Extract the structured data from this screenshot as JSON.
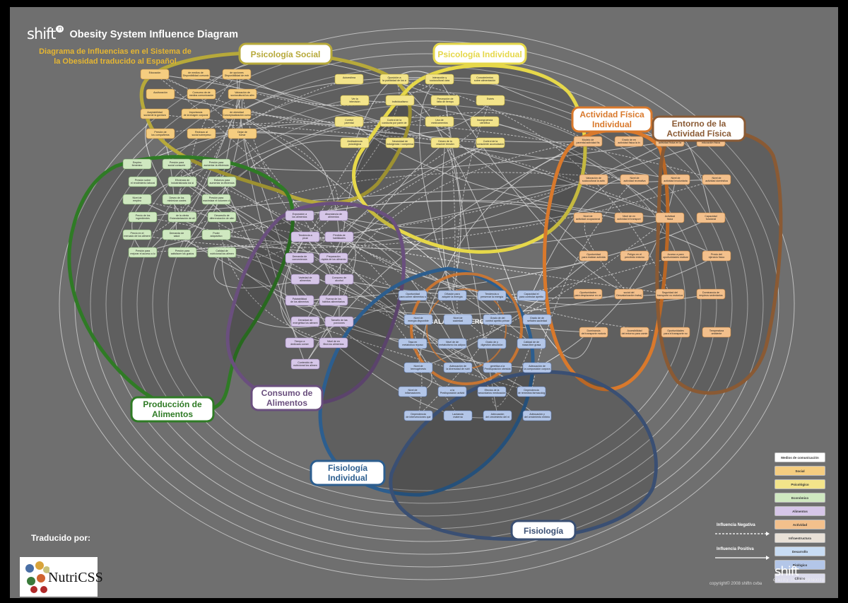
{
  "header": {
    "brand": "shift",
    "brand_mark": "n",
    "title": "Obesity System Influence Diagram",
    "subtitle": "Diagrama de Influencias en el Sistema de la Obesidad traducido al Español"
  },
  "clusters": [
    {
      "id": "psico-social",
      "label": "Psicología Social",
      "color": "#b7a93a"
    },
    {
      "id": "psico-individual",
      "label": "Psicología Individual",
      "color": "#e6d84a"
    },
    {
      "id": "actividad-individual",
      "label": "Actividad Física Individual",
      "color": "#d9792c"
    },
    {
      "id": "entorno-actividad",
      "label": "Entorno de la Actividad Física",
      "color": "#8a5a34"
    },
    {
      "id": "produccion",
      "label": "Producción de Alimentos",
      "color": "#2f7b25"
    },
    {
      "id": "consumo",
      "label": "Consumo de Alimentos",
      "color": "#6a4f7e"
    },
    {
      "id": "fisiologia-individual",
      "label": "Fisiología Individual",
      "color": "#2c5e8f"
    },
    {
      "id": "fisiologia",
      "label": "Fisiología",
      "color": "#3a4f73"
    }
  ],
  "center": {
    "label": "BALANCE ENERGÉTICO"
  },
  "nodes": {
    "social": [
      "Educación",
      "Disponibilidad de medios de comunicación",
      "Disponibilidad de opciones de entretenimiento pasivo",
      "Aculturación",
      "Consumo de medios de comunicación",
      "Valoración sociocultural de los alimentos",
      "Aceptabilidad social de la gordura",
      "Importancia de la imagen corporal ideal",
      "Conceptualización de obesidad como enfermedad",
      "Presión de los compañeros",
      "Rechazo social al sobrepeso",
      "Dejar de fumar"
    ],
    "psicologico": [
      "Autoestima",
      "Oposición a la publicidad de los alimentos",
      "Interacción sociocultural y cara",
      "Conocimientos sobre alimentación",
      "Ver la televisión",
      "Individualismo",
      "Percepción de falta de tiempo",
      "Estrés",
      "Control parental",
      "Control de la conducta por parte de los niños",
      "Uso de medicamentos",
      "Incongruencia científica",
      "Ambivalencia psicológica",
      "Necesidad de indulgencia / compensación",
      "Deseo de resolver la tensión",
      "Control consciente de la acumulación"
    ],
    "economico": [
      "Empleo femenino",
      "Presión social para consumir",
      "Presión para aumentar la eficiencia en el trabajo",
      "Presión sobre el rendimiento laboral",
      "Eficiencia industrializada de los sistemas de producción",
      "Esfuerzo para aumentar la eficiencia de la producción",
      "Nivel de empleo",
      "Deseo de minimizar los costes",
      "Presión para maximizar el volumen de venta",
      "Precio de los ingredientes",
      "Estandarización de la oferta de alimentos",
      "Desarrollo de diferenciación de alimentos",
      "Precio en el mercado de los alimentos",
      "Demanda de salud",
      "Poder adquisitivo",
      "Presión para mejorar el acceso a los alimentos ofrecidos",
      "Presión para satisfacer los gustos",
      "Calidad nutricional de los alimentos"
    ],
    "alimentos": [
      "Exposición a los alimentos",
      "Abundancia de alimentos",
      "Tendencia a picar",
      "Pérdida de habilidades",
      "Demanda de conveniencia",
      "Preparación rápida de los alimentos",
      "Variedad de alimentos",
      "Consumo de alcohol",
      "Palatabilidad de los alimentos",
      "Fuerza de los hábitos alimentarios",
      "Densidad energética de los alimentos",
      "Tamaño de las porciones",
      "Tiempo dedicado a comer",
      "Nivel de fibra en los alimentos",
      "Contenido nutricional de los alimentos"
    ],
    "actividad": [
      "Modelo parental de actividad física",
      "Grado de actividad física en la infancia",
      "Patrones de actividad física en la infancia",
      "Grado de educación física",
      "Valoración sociocultural de la actividad",
      "Nivel de actividad recreativa",
      "Nivel de actividad involuntaria",
      "Nivel de actividad doméstica",
      "Nivel de actividad ocupacional",
      "Nivel de actividad en el transporte",
      "Actividad física",
      "Capacidad funcional",
      "Oportunidad para realizar actividad en equipo",
      "Peligro percibido en el entorno",
      "Acceso a oportunidades para realizar ejercicio físico",
      "Precio del ejercicio físico",
      "Oportunidades para desplazarse en vehículo no motorizado",
      "Desvalorización social del trabajo",
      "Seguridad del transporte no motorizado",
      "Dominancia de empleos sedentarios",
      "Dominancia del transporte motorizado",
      "Accesibilidad del entorno para caminar",
      "Oportunidades para el transporte no motorizado",
      "Temperatura ambiente"
    ],
    "fisiologia": [
      "Oportunidad para comer alimentos saludables",
      "Difusión para adquirir la energía",
      "Tendencia a preservar la energía",
      "Capacidad para controlar el apetito",
      "Nivel de energía disponible",
      "Nivel de saciedad",
      "Grado de control del apetito primario",
      "Grado de señales de saciedad",
      "Tasa metabólica en reposo",
      "Nivel de metabolismo de los adipocitos",
      "Grado de digestión y absorción",
      "Calidad de masa libre de grasa",
      "Nivel de termogénesis",
      "Adecuación de la diversidad de nutrientes",
      "Predisposición genética a la obesidad",
      "Adecuación de la composición corporal materna",
      "Nivel de inflamaciones",
      "Predisposición a la actividad",
      "Efectos secundarios de la medicación",
      "Dependencia de remedios farmacológicos",
      "Dependencia de intervenciones quirúrgicas",
      "Lactancia materna",
      "Adecuación del crecimiento del niño",
      "Adecuación del crecimiento embrionario y fetal"
    ]
  },
  "legend": {
    "items": [
      {
        "label": "Medios de comunicación",
        "color": "#ffffff"
      },
      {
        "label": "Social",
        "color": "#f5cd80"
      },
      {
        "label": "Psicológico",
        "color": "#f3e48a"
      },
      {
        "label": "Económico",
        "color": "#cfe8c0"
      },
      {
        "label": "Alimentos",
        "color": "#d6c6e8"
      },
      {
        "label": "Actividad",
        "color": "#f3c08c"
      },
      {
        "label": "Infraestructura",
        "color": "#e9e1d7"
      },
      {
        "label": "Desarrollo",
        "color": "#c8dcf3"
      },
      {
        "label": "Biológico",
        "color": "#b3c6e8"
      },
      {
        "label": "Clínico",
        "color": "#dcdcec"
      }
    ],
    "negative": "Influencia Negativa",
    "positive": "Influencia Positiva"
  },
  "footer": {
    "translated_by": "Traducido por:",
    "logo_text": "NutriCSS",
    "copyright": "copyright© 2008 shiftn cvba",
    "brand": "shift",
    "tagline": "clarity in complexity"
  }
}
